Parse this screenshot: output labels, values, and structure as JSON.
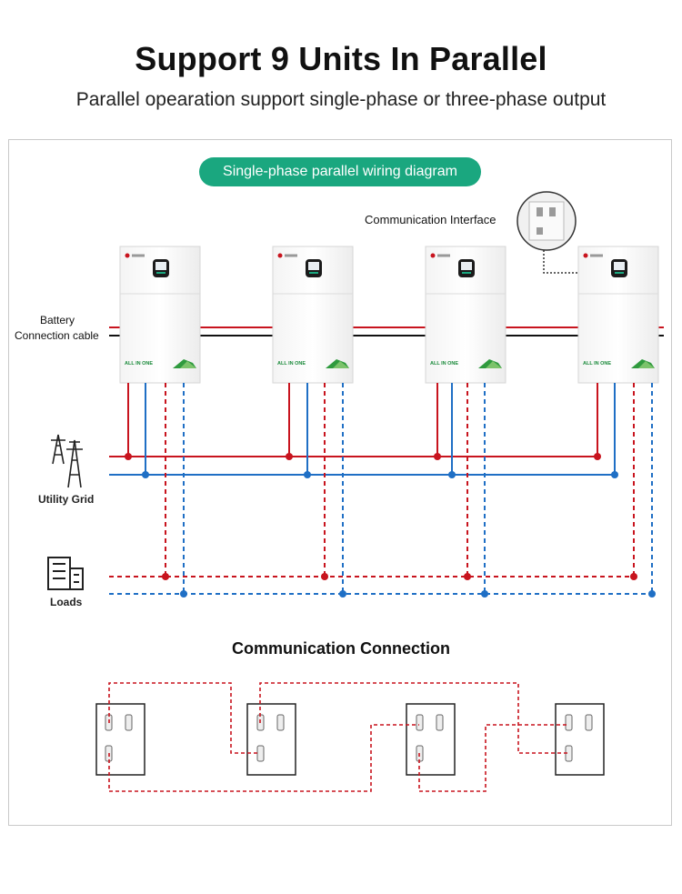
{
  "header": {
    "title": "Support 9 Units In Parallel",
    "subtitle": "Parallel opearation support single-phase or three-phase output"
  },
  "diagram": {
    "badge": "Single-phase parallel wiring diagram",
    "communication_interface_label": "Communication Interface",
    "battery_label_line1": "Battery",
    "battery_label_line2": "Connection cable",
    "utility_grid_label": "Utility Grid",
    "loads_label": "Loads",
    "unit_brand_text": "ALL IN ONE",
    "units_count": 4
  },
  "communication": {
    "title": "Communication Connection",
    "boxes_count": 4
  },
  "colors": {
    "accent_green": "#1aa77f",
    "live_red": "#c8141e",
    "neutral_blue": "#1f6fc5",
    "battery_black": "#111111"
  }
}
